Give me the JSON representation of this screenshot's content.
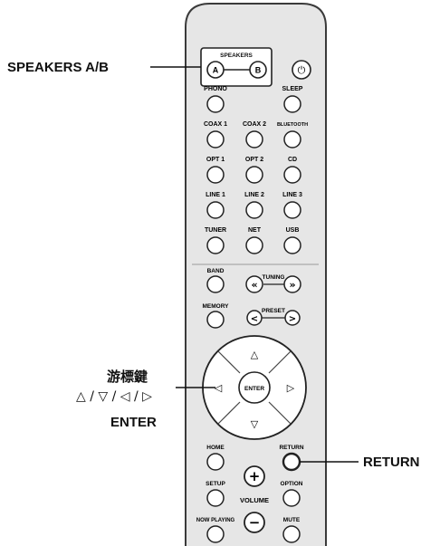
{
  "callouts": {
    "speakers_ab": "SPEAKERS A/B",
    "cursor_keys_cjk": "游標鍵",
    "cursor_keys_symbols": "△ / ▽ / ◁ / ▷",
    "enter": "ENTER",
    "return": "RETURN"
  },
  "remote": {
    "speakers_group_label": "SPEAKERS",
    "speaker_a": "A",
    "speaker_b": "B",
    "power_symbol": "⏻",
    "rows": [
      [
        "PHONO",
        "",
        "SLEEP"
      ],
      [
        "COAX 1",
        "COAX 2",
        "BLUETOOTH"
      ],
      [
        "OPT 1",
        "OPT 2",
        "CD"
      ],
      [
        "LINE 1",
        "LINE 2",
        "LINE 3"
      ],
      [
        "TUNER",
        "NET",
        "USB"
      ]
    ],
    "band": "BAND",
    "tuning": "TUNING",
    "tuning_prev": "«",
    "tuning_next": "»",
    "memory": "MEMORY",
    "preset": "PRESET",
    "preset_prev": "<",
    "preset_next": ">",
    "dpad_up": "△",
    "dpad_down": "▽",
    "dpad_left": "◁",
    "dpad_right": "▷",
    "dpad_center": "ENTER",
    "home": "HOME",
    "return": "RETURN",
    "setup": "SETUP",
    "option": "OPTION",
    "volume": "VOLUME",
    "vol_plus": "+",
    "vol_minus": "−",
    "now_playing": "NOW PLAYING",
    "mute": "MUTE"
  },
  "colors": {
    "body_fill": "#e6e6e6",
    "outline": "#3a3a3a"
  }
}
